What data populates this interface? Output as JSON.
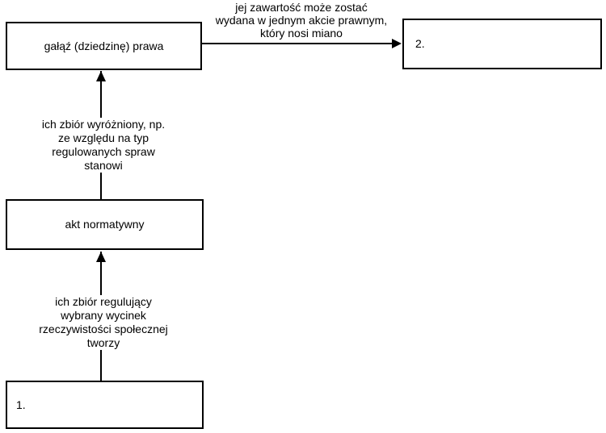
{
  "nodes": {
    "galaz": {
      "label": "gałąź (dziedzinę) prawa"
    },
    "blank2": {
      "label": "2."
    },
    "akt": {
      "label": "akt normatywny"
    },
    "blank1": {
      "label": "1."
    }
  },
  "edges": {
    "galaz_to_blank2": {
      "label": "jej zawartość może zostać\nwydana w jednym akcie prawnym,\nktóry nosi miano"
    },
    "akt_to_galaz": {
      "label": "ich zbiór wyróżniony, np.\nze względu na typ\nregulowanych spraw\nstanowi"
    },
    "blank1_to_akt": {
      "label": "ich zbiór regulujący\nwybrany wycinek\nrzeczywistości społecznej\ntworzy"
    }
  },
  "colors": {
    "line": "#000000",
    "text": "#000000",
    "background": "#ffffff"
  }
}
